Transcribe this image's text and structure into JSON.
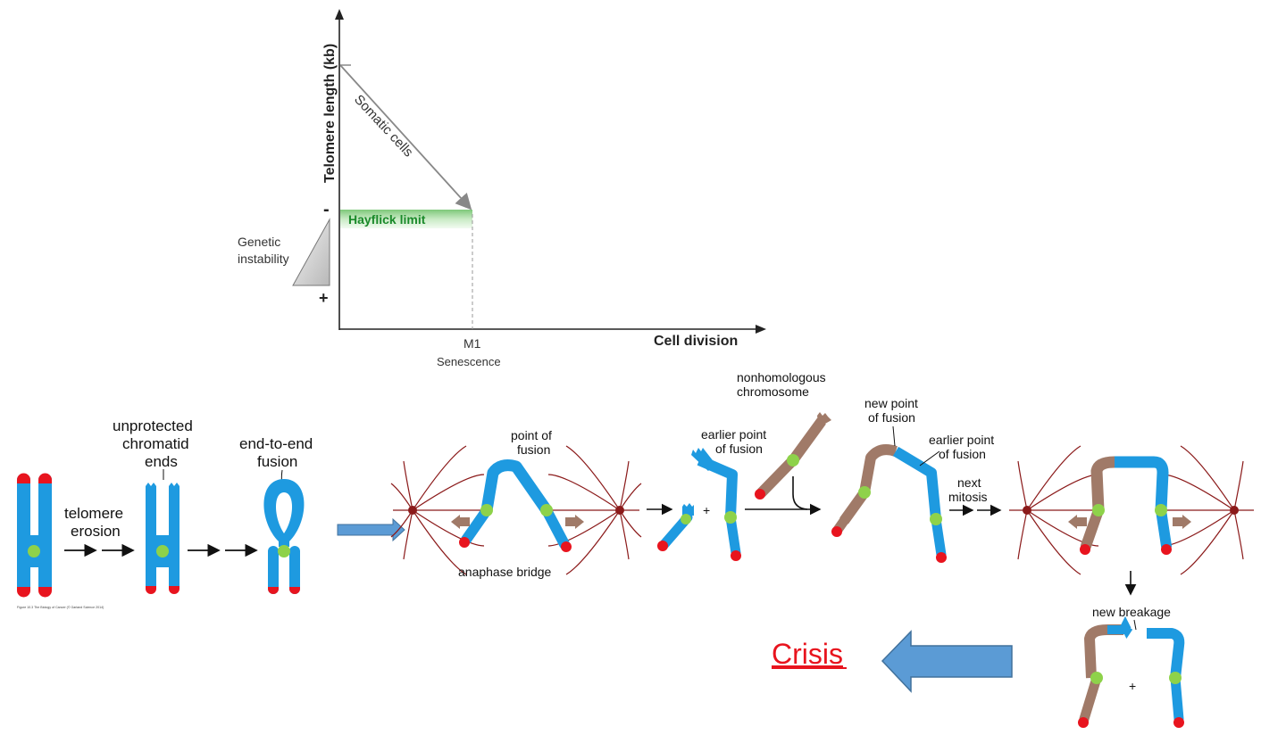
{
  "graph": {
    "y_axis_label": "Telomere length (kb)",
    "y_top_sign": "-",
    "y_bottom_sign": "+",
    "x_axis_label": "Cell division",
    "somatic_label": "Somatic cells",
    "hayflick_label": "Hayflick limit",
    "genetic_label_1": "Genetic",
    "genetic_label_2": "instability",
    "m1_label": "M1",
    "senescence_label": "Senescence"
  },
  "pathway": {
    "telomere_erosion_1": "telomere",
    "telomere_erosion_2": "erosion",
    "unprotected_1": "unprotected",
    "unprotected_2": "chromatid",
    "unprotected_3": "ends",
    "fusion_1": "end-to-end",
    "fusion_2": "fusion",
    "point_fusion_1": "point of",
    "point_fusion_2": "fusion",
    "anaphase_bridge": "anaphase bridge",
    "earlier_1": "earlier point",
    "earlier_2": "of fusion",
    "nonhomologous_1": "nonhomologous",
    "nonhomologous_2": "chromosome",
    "new_point_1": "new point",
    "new_point_2": "of fusion",
    "earlier2_1": "earlier point",
    "earlier2_2": "of fusion",
    "next_mitosis_1": "next",
    "next_mitosis_2": "mitosis",
    "new_breakage": "new breakage",
    "plus": "+",
    "crisis": "Crisis",
    "credit": "Figure 10.3 The Biology of Cancer (© Garland Science 2014)"
  },
  "colors": {
    "chromatid_blue": "#1e9ae0",
    "telomere_red": "#e8141e",
    "centromere_green": "#8ed24a",
    "nonhomologous_brown": "#a07a68",
    "spindle_red": "#8b1a1a",
    "arrow_blue": "#5b9bd5",
    "crisis_red": "#e8141e",
    "hayflick_green": "#1a8a2a"
  }
}
